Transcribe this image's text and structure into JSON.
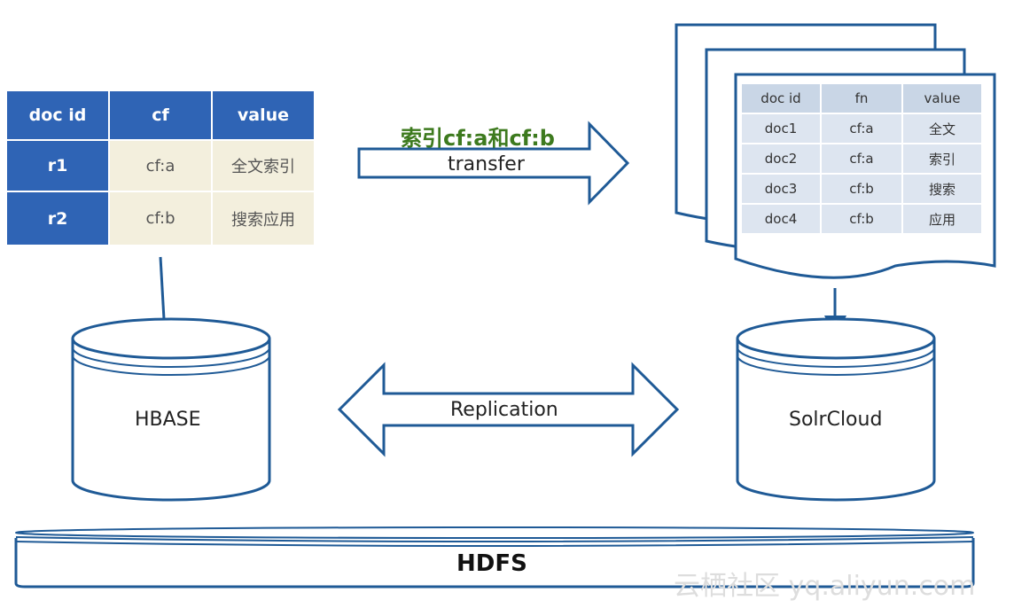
{
  "hbase_table": {
    "headers": [
      "doc id",
      "cf",
      "value"
    ],
    "rows": [
      [
        "r1",
        "cf:a",
        "全文索引"
      ],
      [
        "r2",
        "cf:b",
        "搜索应用"
      ]
    ]
  },
  "solr_table": {
    "headers": [
      "doc id",
      "fn",
      "value"
    ],
    "rows": [
      [
        "doc1",
        "cf:a",
        "全文"
      ],
      [
        "doc2",
        "cf:a",
        "索引"
      ],
      [
        "doc3",
        "cf:b",
        "搜索"
      ],
      [
        "doc4",
        "cf:b",
        "应用"
      ]
    ]
  },
  "transfer": {
    "caption": "索引cf:a和cf:b",
    "label": "transfer"
  },
  "replication": {
    "label": "Replication"
  },
  "hbase": {
    "label": "HBASE"
  },
  "solr": {
    "label": "SolrCloud"
  },
  "hdfs": {
    "label": "HDFS"
  },
  "watermark": "云栖社区 yq.aliyun.com",
  "colors": {
    "accent_blue": "#2f64b5",
    "line_blue": "#1f5a96",
    "caption_green": "#3d7a1e"
  }
}
